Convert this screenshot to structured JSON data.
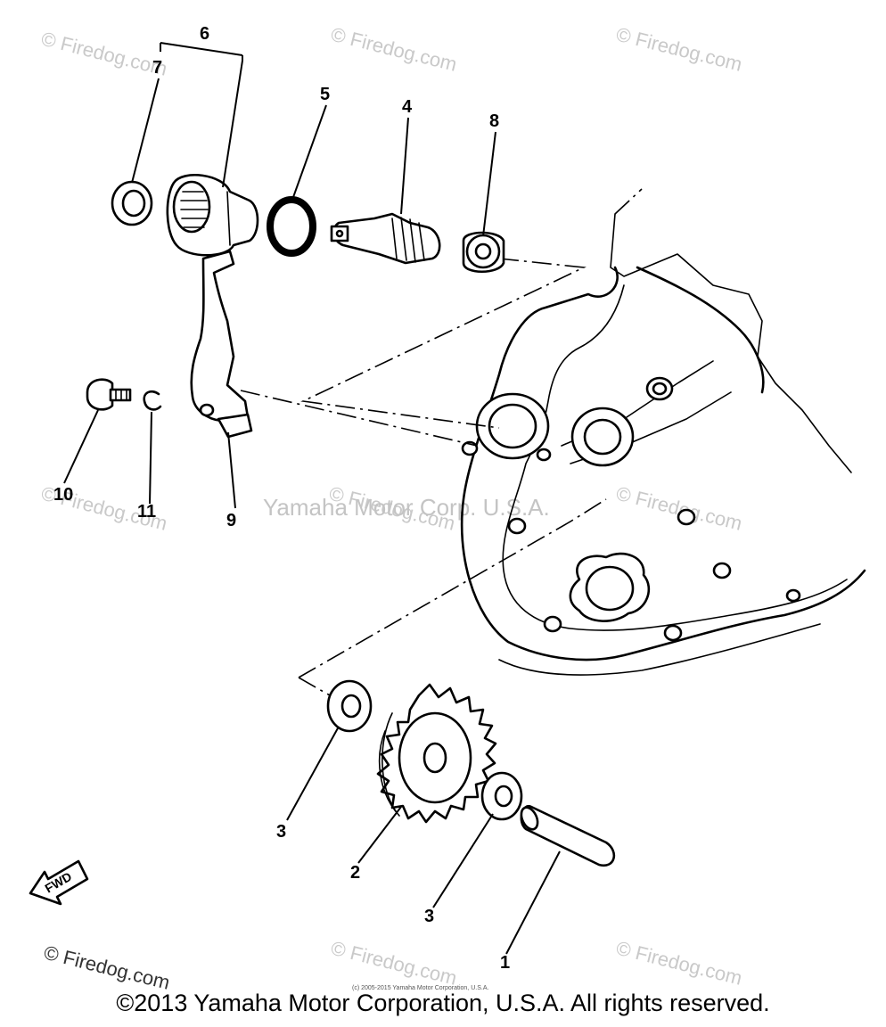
{
  "watermarks": {
    "firedog": "© Firedog.com",
    "center": "Yamaha Motor Corp. U.S.A.",
    "small_notice": "(c) 2005-2015 Yamaha Motor Corporation, U.S.A."
  },
  "callouts": {
    "c1": "1",
    "c2": "2",
    "c3a": "3",
    "c3b": "3",
    "c4": "4",
    "c5": "5",
    "c6": "6",
    "c7": "7",
    "c8": "8",
    "c9": "9",
    "c10": "10",
    "c11": "11"
  },
  "fwd_label": "FWD",
  "copyright": "©2013 Yamaha Motor Corporation, U.S.A. All rights reserved."
}
